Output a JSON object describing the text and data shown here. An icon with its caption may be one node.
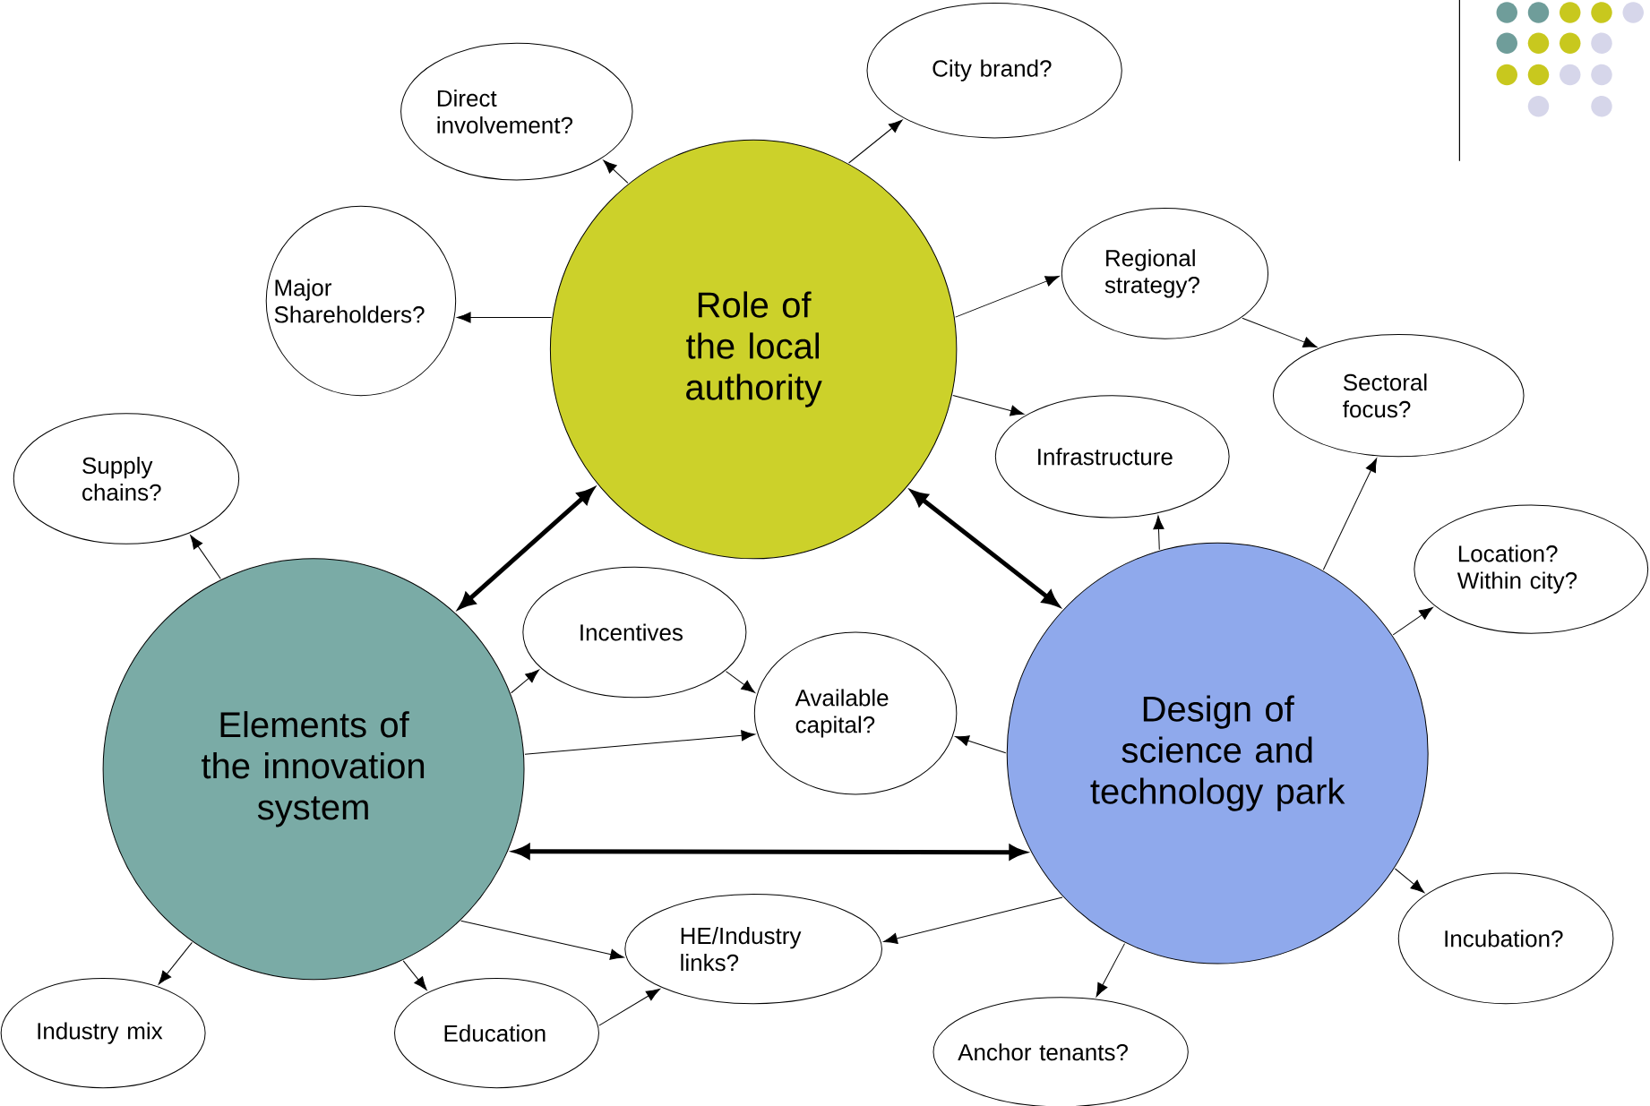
{
  "diagram": {
    "nodes": [
      {
        "text": [
          "Role of the local authority"
        ]
      },
      {
        "text": [
          "Elements of the innovation system"
        ]
      },
      {
        "text": [
          "Design of science and technology park"
        ]
      },
      {
        "text": [
          "Direct involvement?"
        ]
      },
      {
        "text": [
          "City brand?"
        ]
      },
      {
        "text": [
          "Major Shareholders?"
        ]
      },
      {
        "text": [
          "Regional strategy?"
        ]
      },
      {
        "text": [
          "Sectoral focus?"
        ]
      },
      {
        "text": [
          "Infrastructure"
        ]
      },
      {
        "text": [
          "Supply chains?"
        ]
      },
      {
        "text": [
          "Location? Within city?"
        ]
      },
      {
        "text": [
          "Incentives"
        ]
      },
      {
        "text": [
          "Available capital?"
        ]
      },
      {
        "text": [
          "HE/Industry links?"
        ]
      },
      {
        "text": [
          "Incubation?"
        ]
      },
      {
        "text": [
          "Industry mix"
        ]
      },
      {
        "text": [
          "Education"
        ]
      },
      {
        "text": [
          "Anchor tenants?"
        ]
      }
    ],
    "edges": [
      {
        "from": 0,
        "to": 3,
        "arrow": "to"
      },
      {
        "from": 0,
        "to": 4,
        "arrow": "to"
      },
      {
        "from": 0,
        "to": 5,
        "arrow": "to"
      },
      {
        "from": 0,
        "to": 6,
        "arrow": "to"
      },
      {
        "from": 0,
        "to": 8,
        "arrow": "to"
      },
      {
        "from": 6,
        "to": 7,
        "arrow": "to"
      },
      {
        "from": 2,
        "to": 7,
        "arrow": "to"
      },
      {
        "from": 2,
        "to": 8,
        "arrow": "to"
      },
      {
        "from": 0,
        "to": 1,
        "arrow": "both",
        "style": "thick"
      },
      {
        "from": 0,
        "to": 2,
        "arrow": "both",
        "style": "thick"
      },
      {
        "from": 1,
        "to": 2,
        "arrow": "both",
        "style": "thick"
      },
      {
        "from": 1,
        "to": 9,
        "arrow": "to"
      },
      {
        "from": 1,
        "to": 11,
        "arrow": "to"
      },
      {
        "from": 11,
        "to": 12,
        "arrow": "to"
      },
      {
        "from": 1,
        "to": 12,
        "arrow": "to"
      },
      {
        "from": 2,
        "to": 12,
        "arrow": "to"
      },
      {
        "from": 2,
        "to": 10,
        "arrow": "to"
      },
      {
        "from": 2,
        "to": 14,
        "arrow": "to"
      },
      {
        "from": 2,
        "to": 17,
        "arrow": "to"
      },
      {
        "from": 2,
        "to": 13,
        "arrow": "to"
      },
      {
        "from": 1,
        "to": 13,
        "arrow": "to"
      },
      {
        "from": 1,
        "to": 15,
        "arrow": "to"
      },
      {
        "from": 1,
        "to": 16,
        "arrow": "to"
      },
      {
        "from": 16,
        "to": 13,
        "arrow": "to"
      }
    ]
  }
}
